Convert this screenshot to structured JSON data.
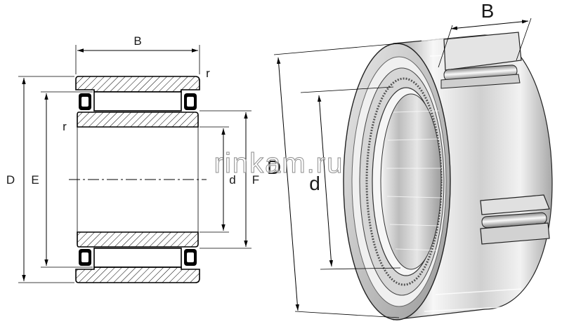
{
  "section_labels": {
    "B": "B",
    "D": "D",
    "E": "E",
    "d": "d",
    "F": "F",
    "r_top": "r",
    "r_left": "r"
  },
  "iso_labels": {
    "B": "B",
    "D": "D",
    "d": "d"
  },
  "watermark": "rinkam.ru",
  "colors": {
    "hatch": "#000000",
    "ring_fill": "#ffffff",
    "seal": "#000000",
    "steel_light": "#f4f4f4",
    "steel_mid": "#c9c9c9",
    "steel_dark": "#7e7e7e"
  }
}
